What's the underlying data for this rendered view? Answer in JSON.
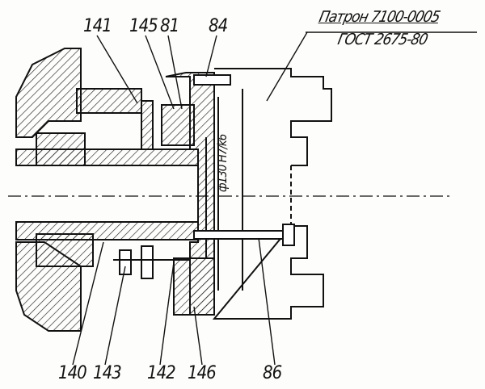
{
  "title": {
    "line1": "Патрон 7100-0005",
    "line2": "ГОСТ 2675-80"
  },
  "dimension": {
    "diameter": "ф130",
    "fit_upper": "H7",
    "fit_lower": "k6"
  },
  "callouts_top": [
    "141",
    "145",
    "81",
    "84"
  ],
  "callouts_bottom": [
    "140",
    "143",
    "142",
    "146",
    "86"
  ]
}
